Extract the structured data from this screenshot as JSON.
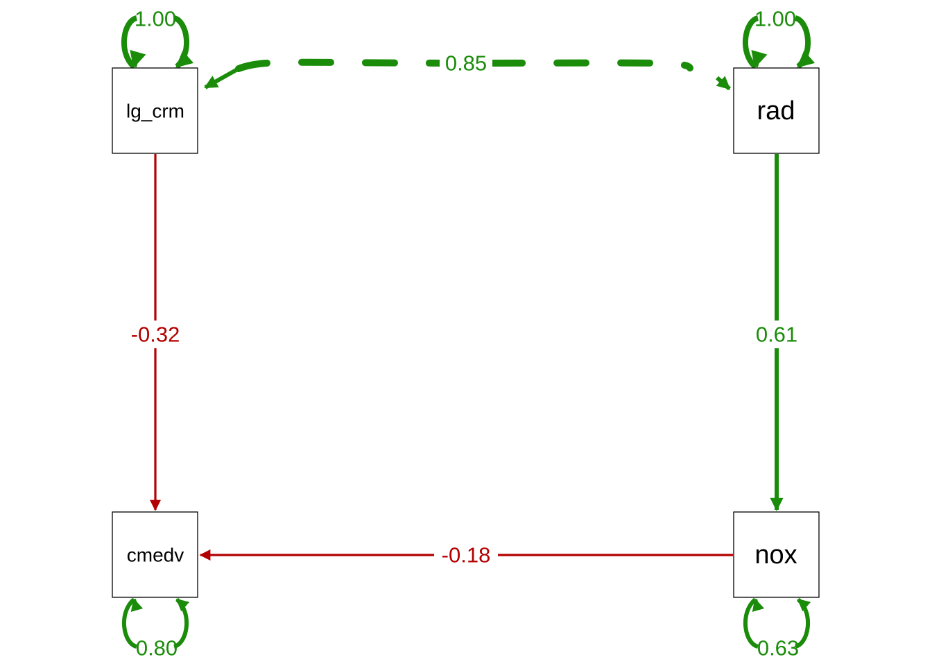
{
  "colors": {
    "positive": "#1a8c0a",
    "negative": "#b30000"
  },
  "nodes": {
    "lg_crm": "lg_crm",
    "rad": "rad",
    "cmedv": "cmedv",
    "nox": "nox"
  },
  "paths": {
    "lg_crm_to_cmedv": "-0.32",
    "rad_to_nox": "0.61",
    "nox_to_cmedv": "-0.18"
  },
  "covariances": {
    "lg_crm_with_rad": "0.85"
  },
  "variances": {
    "lg_crm": "1.00",
    "rad": "1.00",
    "cmedv": "0.80",
    "nox": "0.63"
  }
}
